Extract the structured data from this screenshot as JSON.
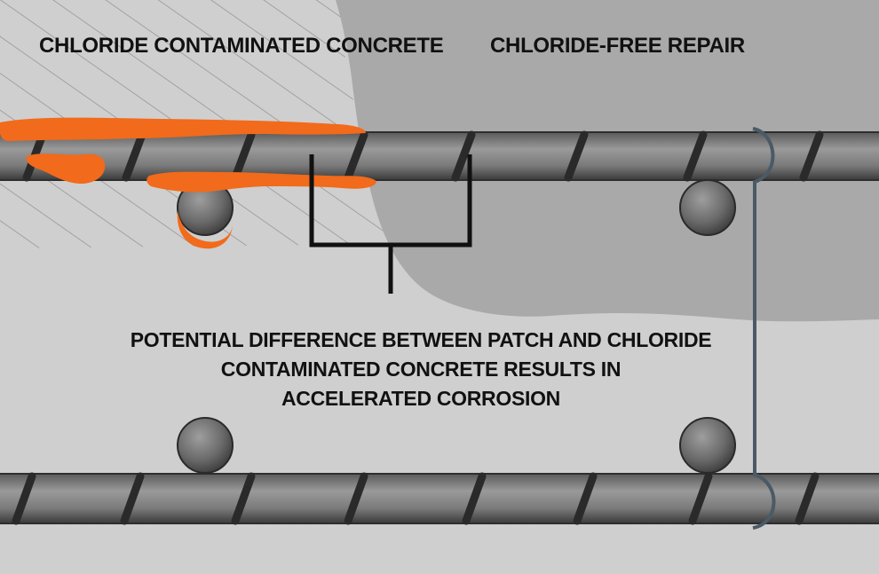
{
  "labels": {
    "contaminated": "CHLORIDE CONTAMINATED CONCRETE",
    "repair": "CHLORIDE-FREE REPAIR",
    "caption_line1": "POTENTIAL DIFFERENCE BETWEEN PATCH AND CHLORIDE",
    "caption_line2": "CONTAMINATED CONCRETE RESULTS IN",
    "caption_line3": "ACCELERATED CORROSION"
  },
  "colors": {
    "old_concrete": "#cfcfcf",
    "repair_concrete": "#a9a9a9",
    "rebar": "#7b7b7b",
    "rebar_dark": "#3e3e3e",
    "corrosion": "#f26a1b",
    "stirrup": "#4a5a66",
    "meter": "#111111"
  },
  "icons": {
    "voltmeter": "meter-probe-icon"
  }
}
